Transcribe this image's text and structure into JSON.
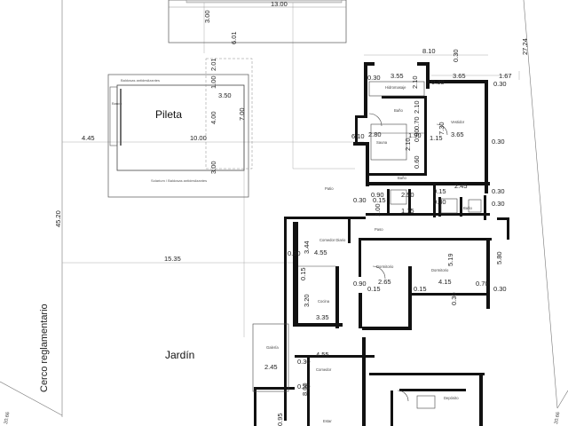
{
  "plan": {
    "labels": {
      "pileta": "Pileta",
      "jardin": "Jardín",
      "cerco": "Cerco reglamentario",
      "baldosas_top": "Baldosas antideslizantes",
      "baldosas_bottom": "Solarium / Baldosas antideslizantes",
      "banco": "Banco",
      "hidromasaje": "Hidromasaje",
      "bano_top": "Baño",
      "sauna": "Sauna",
      "vestidor": "Vestidor",
      "bano_mid": "Baño",
      "bano_right": "Baño",
      "patio": "Patio",
      "paso": "Paso",
      "comedor_diario": "Comedor Diario",
      "cocina": "Cocina",
      "dormitorio_1": "Dormitorio",
      "dormitorio_2": "Dormitorio",
      "galeria": "Galería",
      "comedor": "Comedor",
      "deposito": "Depósito",
      "estar": "Estar"
    },
    "dims": [
      "13.00",
      "3.00",
      "6.01",
      "2.01",
      "1.00",
      "3.50",
      "4.00",
      "7.00",
      "3.00",
      "4.45",
      "10.00",
      "45.20",
      "15.35",
      "27.24",
      "8.10",
      "0.30",
      "3.55",
      "2.10",
      "0.30",
      "0.30",
      "3.65",
      "1.67",
      "0.30",
      "2.10",
      "0.70",
      "0.90",
      "1.90",
      "2.10",
      "6.10",
      "1.15",
      "7.30",
      "3.65",
      "2.80",
      "0.60",
      "0.70",
      "0.30",
      "0.90",
      "0.15",
      "2.50",
      "2.45",
      "0.30",
      "0.15",
      "0.30",
      "0.15",
      "0.30",
      "0.30",
      "1.00",
      "1.15",
      "3.44",
      "0.30",
      "4.55",
      "5.19",
      "5.80",
      "0.15",
      "0.90",
      "2.65",
      "4.15",
      "0.70",
      "0.30",
      "0.15",
      "0.15",
      "3.20",
      "3.35",
      "0.30",
      "2.45",
      "0.30",
      "4.55",
      "0.30",
      "8.00",
      "0.95",
      "20.66",
      "20.66"
    ]
  }
}
